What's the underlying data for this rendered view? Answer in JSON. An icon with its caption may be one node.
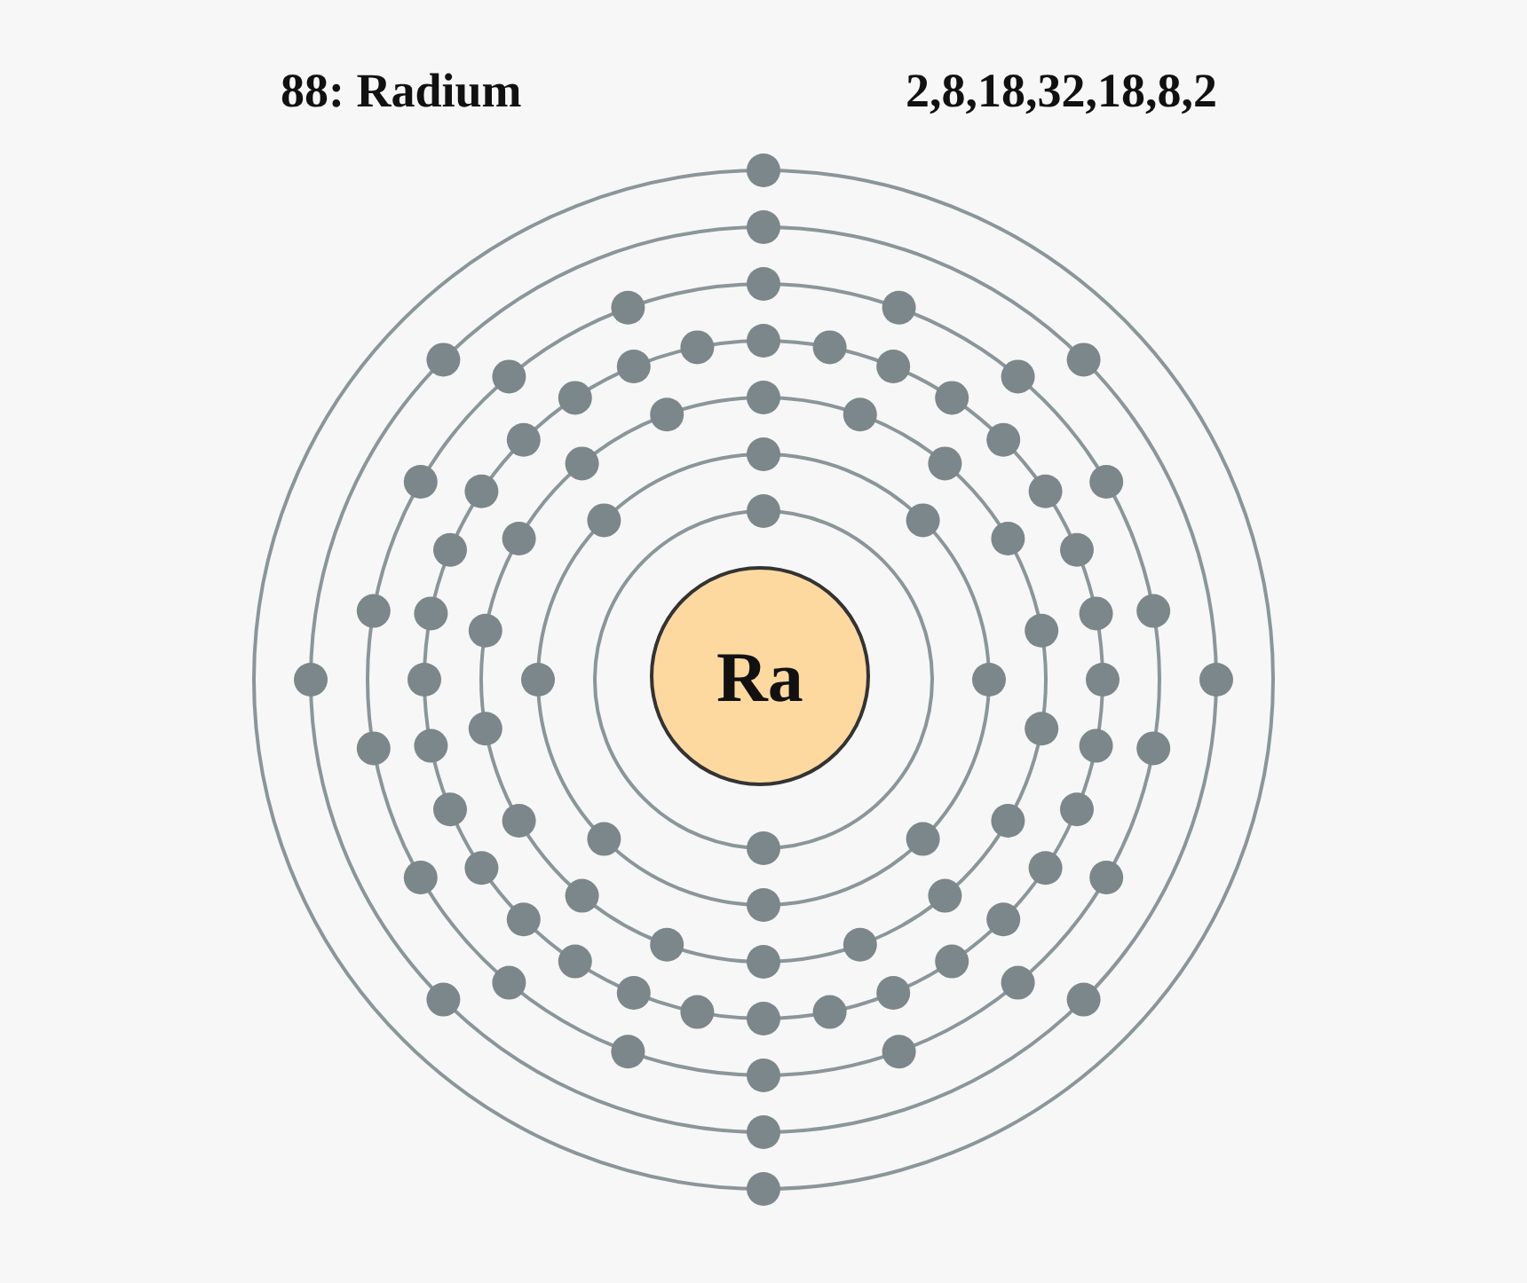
{
  "diagram": {
    "title": "88: Radium",
    "nodes": [
      {
        "text": [
          "Ra"
        ]
      }
    ],
    "edges": [],
    "labels": [
      "2,8,18,32,18,8,2"
    ]
  }
}
